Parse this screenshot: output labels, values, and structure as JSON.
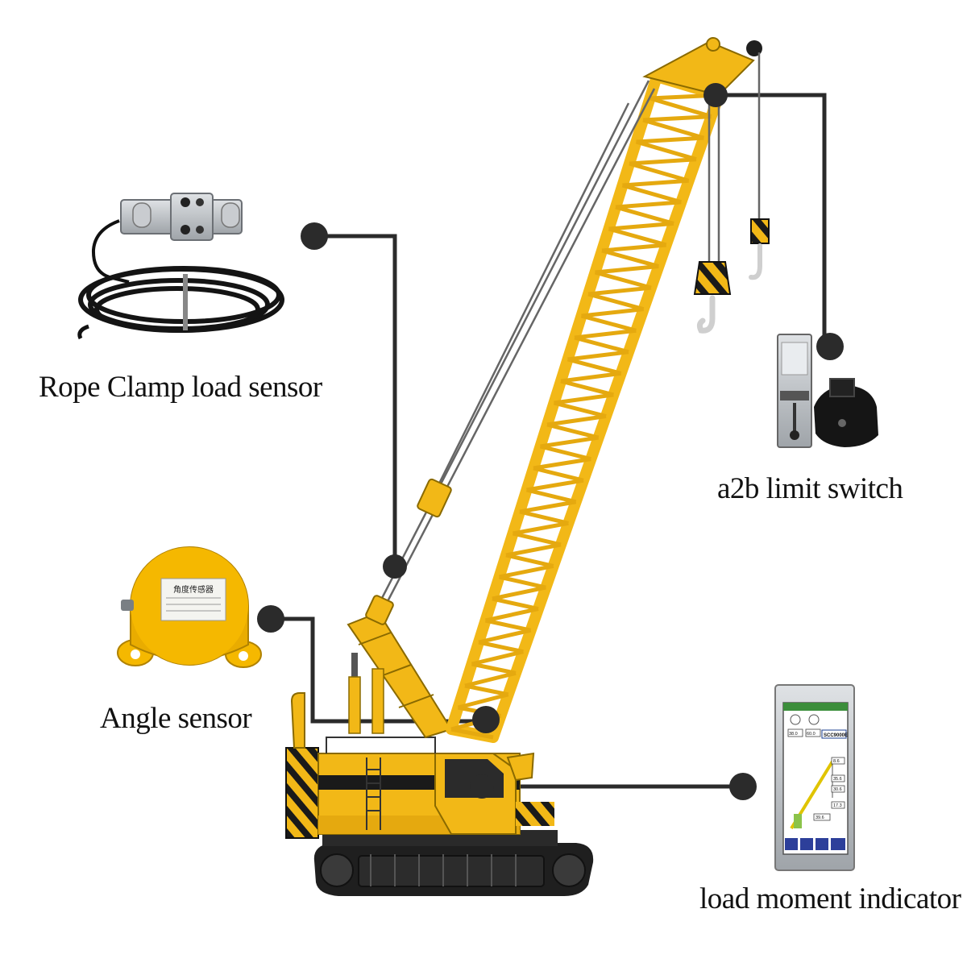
{
  "labels": {
    "rope_clamp": "Rope Clamp load sensor",
    "a2b": "a2b limit switch",
    "angle": "Angle sensor",
    "lmi": "load moment indicator"
  },
  "angle_sensor_plate": "角度传感器",
  "lmi_screen": {
    "model": "SCC9000E",
    "readouts": [
      "38.0",
      "60.0",
      "8.6",
      "35.6",
      "30.6",
      "17.3",
      "39.6"
    ]
  },
  "colors": {
    "crane_yellow": "#F2B817",
    "sensor_yellow": "#F5B800",
    "leader_line": "#2b2b2b",
    "hazard_black": "#1a1a1a",
    "steel": "#b8bcc0"
  }
}
